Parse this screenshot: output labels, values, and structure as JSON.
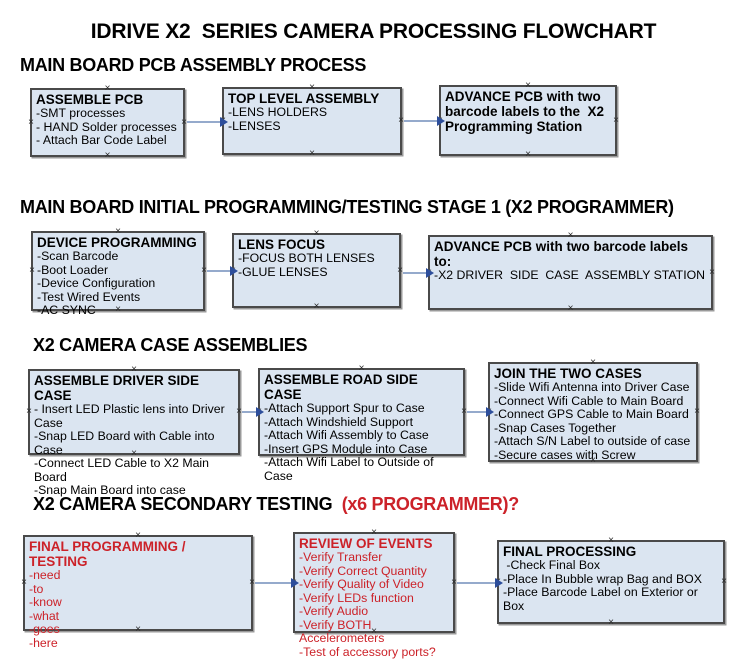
{
  "title": "IDRIVE X2  SERIES CAMERA PROCESSING FLOWCHART",
  "colors": {
    "box_fill": "#dbe5f1",
    "box_border": "#4a4a4a",
    "red": "#cc2229",
    "arrow_line": "#95aacc",
    "arrow_head": "#2d4e9b"
  },
  "sections": [
    {
      "heading": "MAIN BOARD PCB ASSEMBLY PROCESS",
      "boxes": [
        {
          "title": "ASSEMBLE PCB",
          "items": [
            "-SMT processes",
            "- HAND Solder processes",
            "- Attach Bar Code Label"
          ]
        },
        {
          "title": "TOP LEVEL ASSEMBLY",
          "items": [
            "-LENS HOLDERS",
            "-LENSES"
          ]
        },
        {
          "title": "ADVANCE PCB with two barcode labels to the  X2 Programming Station",
          "items": []
        }
      ]
    },
    {
      "heading": "MAIN BOARD INITIAL PROGRAMMING/TESTING STAGE 1 (X2 PROGRAMMER)",
      "boxes": [
        {
          "title": "DEVICE PROGRAMMING",
          "items": [
            "-Scan Barcode",
            "-Boot Loader",
            "-Device Configuration",
            "-Test Wired Events",
            "-AC SYNC"
          ]
        },
        {
          "title": "LENS FOCUS",
          "items": [
            "-FOCUS BOTH LENSES",
            "-GLUE LENSES"
          ]
        },
        {
          "title": "ADVANCE PCB with two barcode labels to:",
          "items": [
            "-X2 DRIVER  SIDE  CASE  ASSEMBLY STATION"
          ]
        }
      ]
    },
    {
      "heading": "X2 CAMERA CASE ASSEMBLIES",
      "boxes": [
        {
          "title": "ASSEMBLE DRIVER SIDE CASE",
          "items": [
            "- Insert LED Plastic lens into Driver Case",
            "-Snap LED Board with Cable into Case",
            "-Connect LED Cable to X2 Main Board",
            "-Snap Main Board into case"
          ]
        },
        {
          "title": "ASSEMBLE ROAD SIDE CASE",
          "items": [
            "-Attach Support Spur to Case",
            "-Attach Windshield Support",
            "-Attach Wifi Assembly to Case",
            "-Insert GPS Module into Case",
            "-Attach Wifi Label to Outside of Case"
          ]
        },
        {
          "title": "JOIN THE TWO CASES",
          "items": [
            "-Slide Wifi Antenna into Driver Case",
            "-Connect Wifi Cable to Main Board",
            "-Connect GPS Cable to Main Board",
            "-Snap Cases Together",
            "-Attach S/N Label to outside of case",
            "-Secure cases with Screw"
          ]
        }
      ]
    },
    {
      "heading": "X2 CAMERA SECONDARY TESTING  ",
      "heading_suffix": "(x6 PROGRAMMER)?",
      "boxes": [
        {
          "title": "FINAL PROGRAMMING / TESTING",
          "items": [
            "-need",
            "-to",
            "-know",
            "-what",
            "-goes",
            "-here"
          ]
        },
        {
          "title": "REVIEW OF EVENTS",
          "items": [
            "-Verify Transfer",
            "-Verify Correct Quantity",
            "-Verify Quality of Video",
            "-Verify LEDs function",
            "-Verify Audio",
            "-Verify BOTH Accelerometers",
            "-Test of accessory ports?"
          ]
        },
        {
          "title": "FINAL PROCESSING",
          "items": [
            " -Check Final Box",
            "-Place In Bubble wrap Bag and BOX",
            "-Place Barcode Label on Exterior or Box"
          ]
        }
      ]
    }
  ]
}
